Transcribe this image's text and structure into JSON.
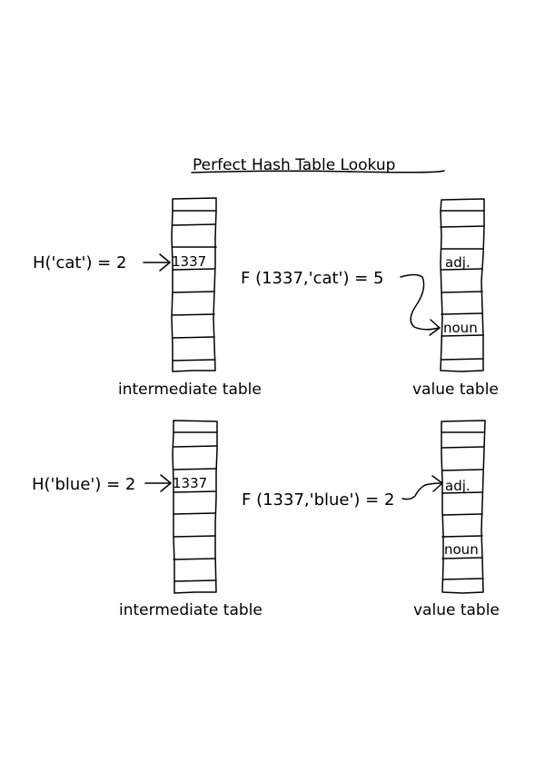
{
  "title": "Perfect Hash Table Lookup",
  "examples": [
    {
      "hash_expr": "H('cat') = 2",
      "intermediate_cell_value": "1337",
      "func_expr": "F (1337,'cat') = 5",
      "value_table_entries": [
        "adj.",
        "noun"
      ],
      "intermediate_caption": "intermediate table",
      "value_caption": "value table"
    },
    {
      "hash_expr": "H('blue') = 2",
      "intermediate_cell_value": "1337",
      "func_expr": "F (1337,'blue') = 2",
      "value_table_entries": [
        "adj.",
        "noun"
      ],
      "intermediate_caption": "intermediate table",
      "value_caption": "value table"
    }
  ]
}
